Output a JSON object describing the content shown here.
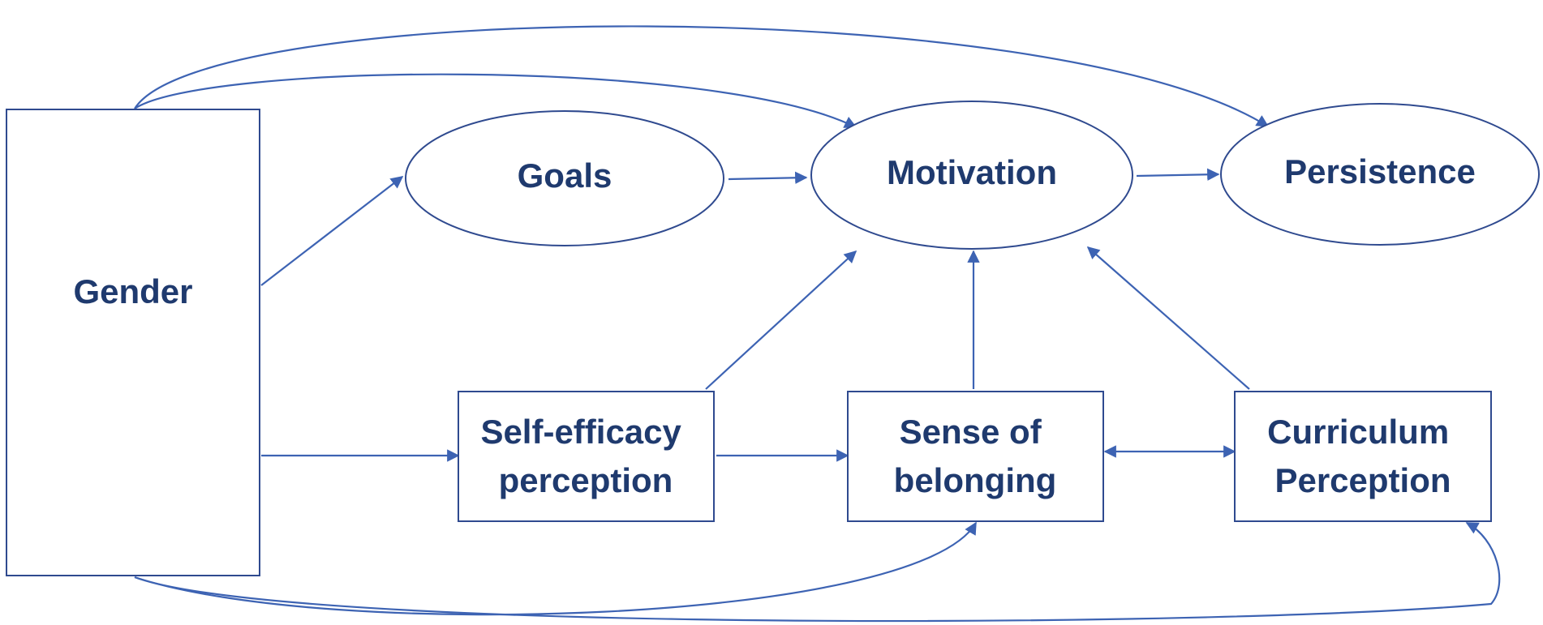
{
  "nodes": {
    "gender": {
      "lines": [
        "Gender"
      ]
    },
    "goals": {
      "lines": [
        "Goals"
      ]
    },
    "motivation": {
      "lines": [
        "Motivation"
      ]
    },
    "persistence": {
      "lines": [
        "Persistence"
      ]
    },
    "self_efficacy": {
      "lines": [
        "Self-efficacy",
        "perception"
      ]
    },
    "belonging": {
      "lines": [
        "Sense of",
        "belonging"
      ]
    },
    "curriculum": {
      "lines": [
        "Curriculum",
        "Perception"
      ]
    }
  },
  "edges": [
    {
      "from": "gender",
      "to": "goals"
    },
    {
      "from": "gender",
      "to": "motivation"
    },
    {
      "from": "gender",
      "to": "persistence"
    },
    {
      "from": "gender",
      "to": "self_efficacy"
    },
    {
      "from": "gender",
      "to": "belonging"
    },
    {
      "from": "gender",
      "to": "curriculum"
    },
    {
      "from": "goals",
      "to": "motivation"
    },
    {
      "from": "motivation",
      "to": "persistence"
    },
    {
      "from": "self_efficacy",
      "to": "motivation"
    },
    {
      "from": "self_efficacy",
      "to": "belonging"
    },
    {
      "from": "belonging",
      "to": "motivation"
    },
    {
      "from": "curriculum",
      "to": "motivation"
    },
    {
      "from": "belonging",
      "to": "curriculum",
      "bidirectional": true
    }
  ],
  "colors": {
    "text": "#1f3a6e",
    "stroke": "#2f4a8f",
    "arrow": "#3d63b3"
  }
}
